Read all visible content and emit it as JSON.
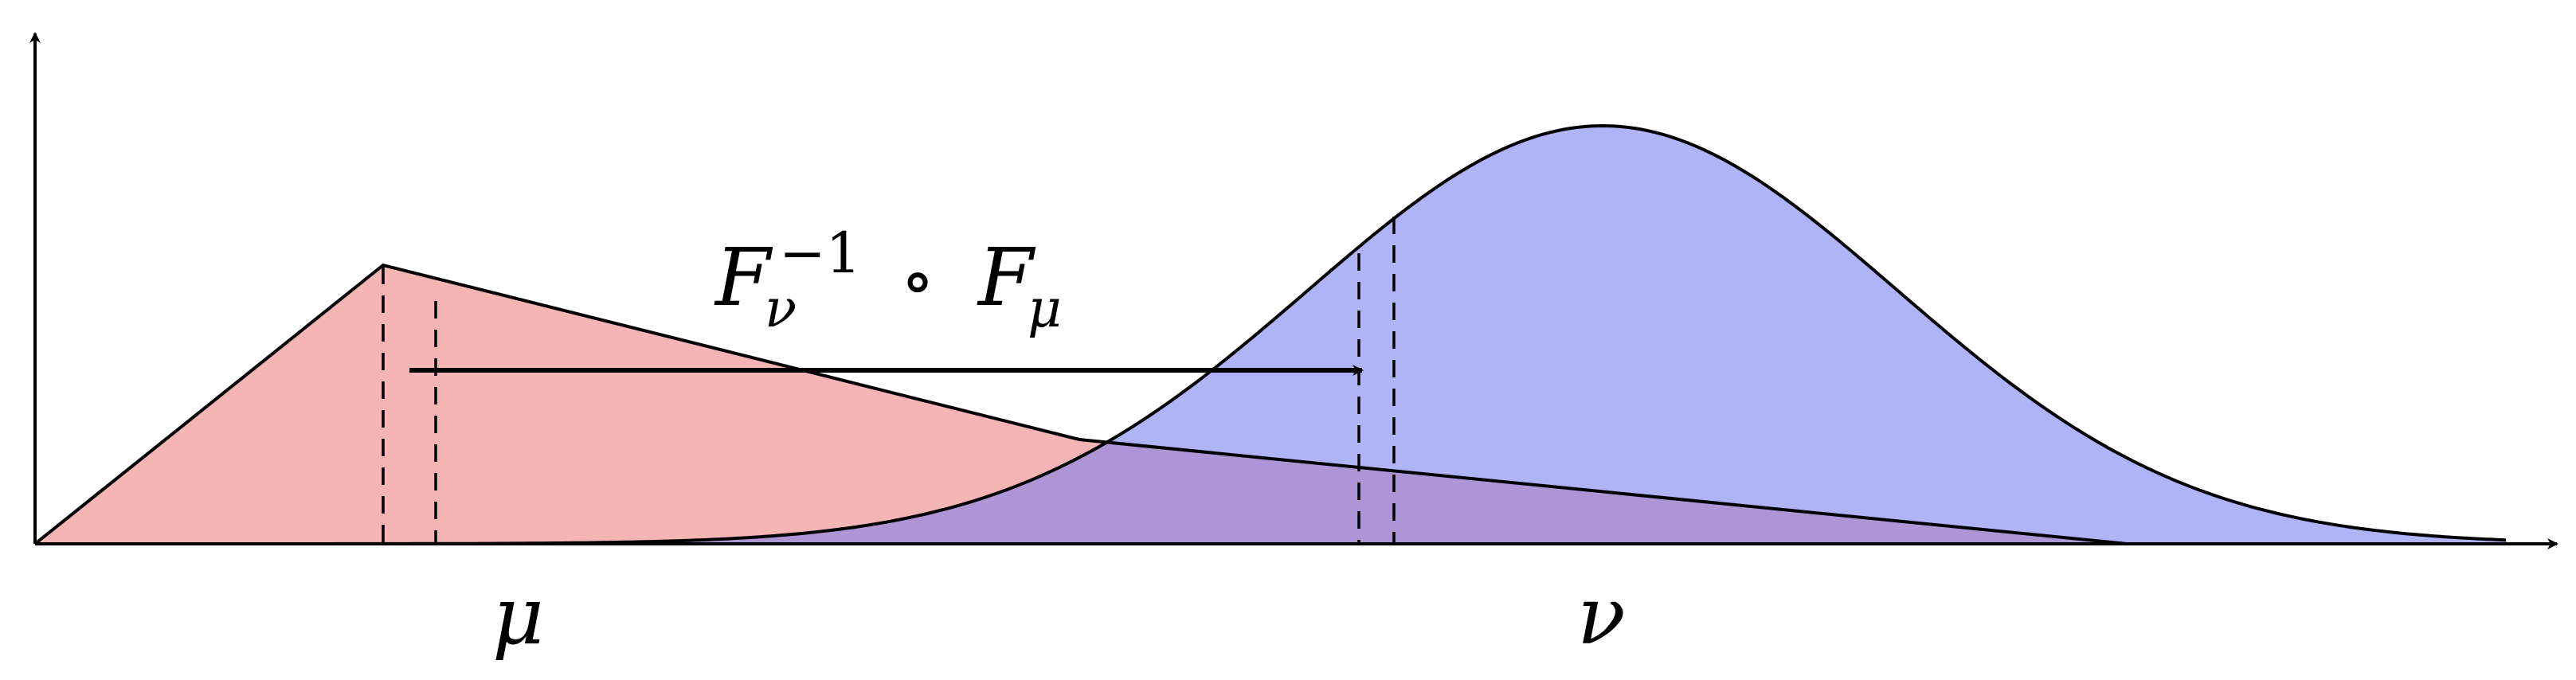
{
  "labels": {
    "mu": "μ",
    "nu": "ν",
    "map_F": "F",
    "map_sub_nu": "ν",
    "map_sup": "−1",
    "map_compose": "∘",
    "map_F2": "F",
    "map_sub_mu": "μ"
  },
  "colors": {
    "mu_fill": "#f5b5b5",
    "nu_fill": "#b0b4f7",
    "overlap_fill": "#ad95d6",
    "stroke": "#000000"
  }
}
